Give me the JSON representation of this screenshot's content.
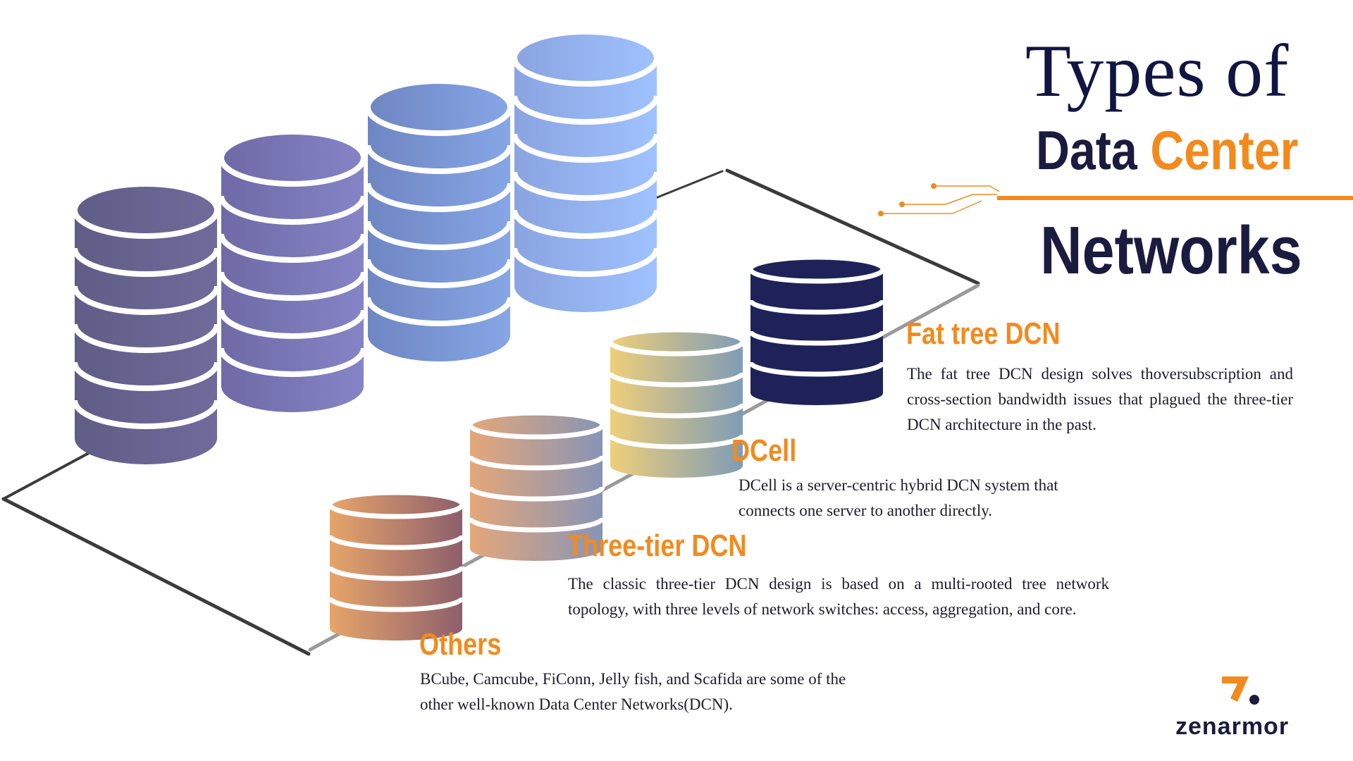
{
  "title": {
    "line1": "Types of",
    "line2_part1": "Data",
    "line2_part2": "Center",
    "line3": "Networks"
  },
  "sections": {
    "fat_tree": {
      "heading": "Fat tree DCN",
      "body": "The fat tree DCN design solves thoversubscription and cross-section bandwidth issues that plagued the three-tier DCN architecture in the past."
    },
    "dcell": {
      "heading": "DCell",
      "body": "DCell is a server-centric hybrid DCN system that connects one server to another directly."
    },
    "three_tier": {
      "heading": "Three-tier DCN",
      "body": "The classic three-tier DCN design is based on a multi-rooted tree network topology, with three levels of network switches: access, aggregation, and core."
    },
    "others": {
      "heading": "Others",
      "body": "BCube, Camcube, FiConn, Jelly fish, and Scafida are some of the other well-known Data Center Networks(DCN)."
    }
  },
  "brand": {
    "name": "zenarmor"
  },
  "colors": {
    "accent_orange": "#f28a1e",
    "title_navy": "#111542",
    "fat_tree_db": "#1f2259"
  }
}
